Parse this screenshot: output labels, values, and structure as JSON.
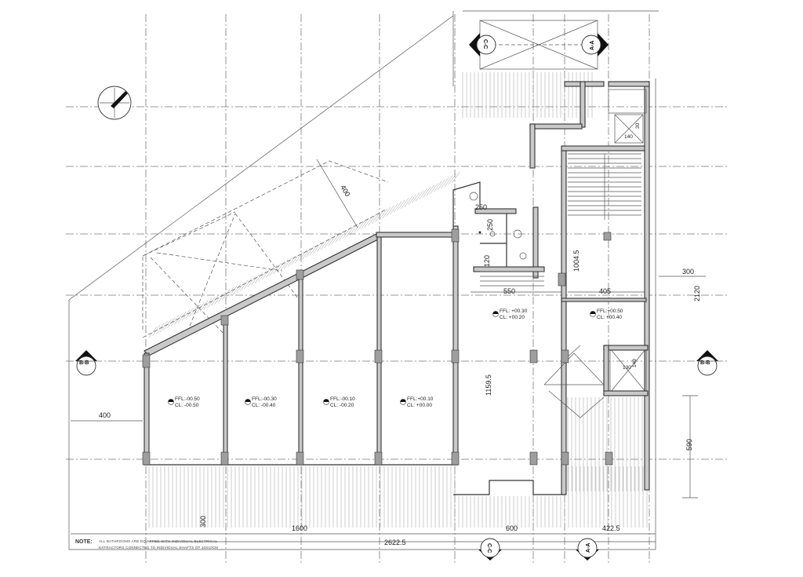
{
  "dimensions": {
    "d400_diag": "400",
    "d250_a": "250",
    "d250_b": "250",
    "d120": "120",
    "d550": "550",
    "d1004_5": "1004.5",
    "d405": "405",
    "d300_right": "300",
    "d2120": "2120",
    "d1159_5": "1159.5",
    "d400_left": "400",
    "d590": "590",
    "d300_bottom": "300",
    "d1600": "1600",
    "d600": "600",
    "d422_5": "422.5",
    "d2622_5": "2622.5",
    "d140_a": "140",
    "d30": "30",
    "d140_b": "140",
    "d130": "130"
  },
  "levels": [
    {
      "ffl": "FFL:-00.50",
      "cl": "CL: -00.50"
    },
    {
      "ffl": "FFL:-00.30",
      "cl": "CL: -00.40"
    },
    {
      "ffl": "FFL:-00.10",
      "cl": "CL: -00.20"
    },
    {
      "ffl": "FFL:+00.10",
      "cl": "CL: +00.00"
    },
    {
      "ffl": "FFL: +00.30",
      "cl": "CL: +00.20"
    },
    {
      "ffl": "FFL:+00.50",
      "cl": "CL: +00.40"
    }
  ],
  "section_markers": {
    "bb": "B-B",
    "cc": "C-C",
    "aa": "A-A"
  },
  "note": {
    "label": "NOTE:",
    "line1": "ALL BATHROOMS ARE EQUIPPED WITH INDIVIDUAL ELECTRICAL",
    "line2": "EXTRACTORS CONNECTED TO INDIVIDUAL SHAFTS OF 10X10CM"
  },
  "colors": {
    "line": "#333333",
    "wall_fill": "#c9c9c9",
    "grid": "#7a7a7a",
    "background": "#ffffff"
  }
}
